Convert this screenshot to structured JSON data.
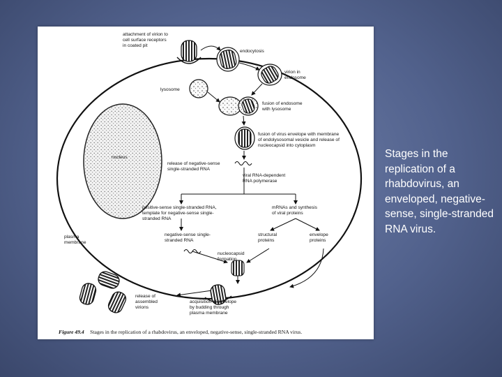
{
  "slide": {
    "caption_text": "Stages in the replication of a rhabdovirus, an enveloped, negative-sense, single-stranded RNA virus."
  },
  "figure": {
    "labels": {
      "attachment_1": "attachment of virion to",
      "attachment_2": "cell surface receptors",
      "attachment_3": "in coated pit",
      "endocytosis": "endocytosis",
      "virion_in_1": "virion in",
      "virion_in_2": "endosome",
      "lysosome": "lysosome",
      "fusion_1": "fusion of endosome",
      "fusion_2": "with lysosome",
      "envfusion_1": "fusion of virus envelope with membrane",
      "envfusion_2": "of endolysosomal vesicle and release of",
      "envfusion_3": "nucleocapsid into cytoplasm",
      "nucleus": "nucleus",
      "release_1": "release of negative-sense",
      "release_2": "single-stranded RNA",
      "polymerase_1": "viral RNA-dependent",
      "polymerase_2": "RNA polymerase",
      "positive_1": "positive-sense single-stranded RNA,",
      "positive_2": "template for negative-sense single-",
      "positive_3": "stranded RNA",
      "mrna_1": "mRNAs and synthesis",
      "mrna_2": "of viral proteins",
      "plasma_1": "plasma",
      "plasma_2": "membrane",
      "negsense_1": "negative-sense single-",
      "negsense_2": "stranded RNA",
      "structural_1": "structural",
      "structural_2": "proteins",
      "envelope_1": "envelope",
      "envelope_2": "proteins",
      "nucleocapsid_1": "nucleocapsid",
      "nucleocapsid_2": "formation",
      "released_1": "release of",
      "released_2": "assembled",
      "released_3": "virions",
      "acquisition_1": "acquisition of envelope",
      "acquisition_2": "by budding through",
      "acquisition_3": "plasma membrane"
    },
    "caption": {
      "number": "Figure 49.4",
      "text": "Stages in the replication of a rhabdovirus, an enveloped, negative-sense, single-stranded RNA virus."
    }
  }
}
